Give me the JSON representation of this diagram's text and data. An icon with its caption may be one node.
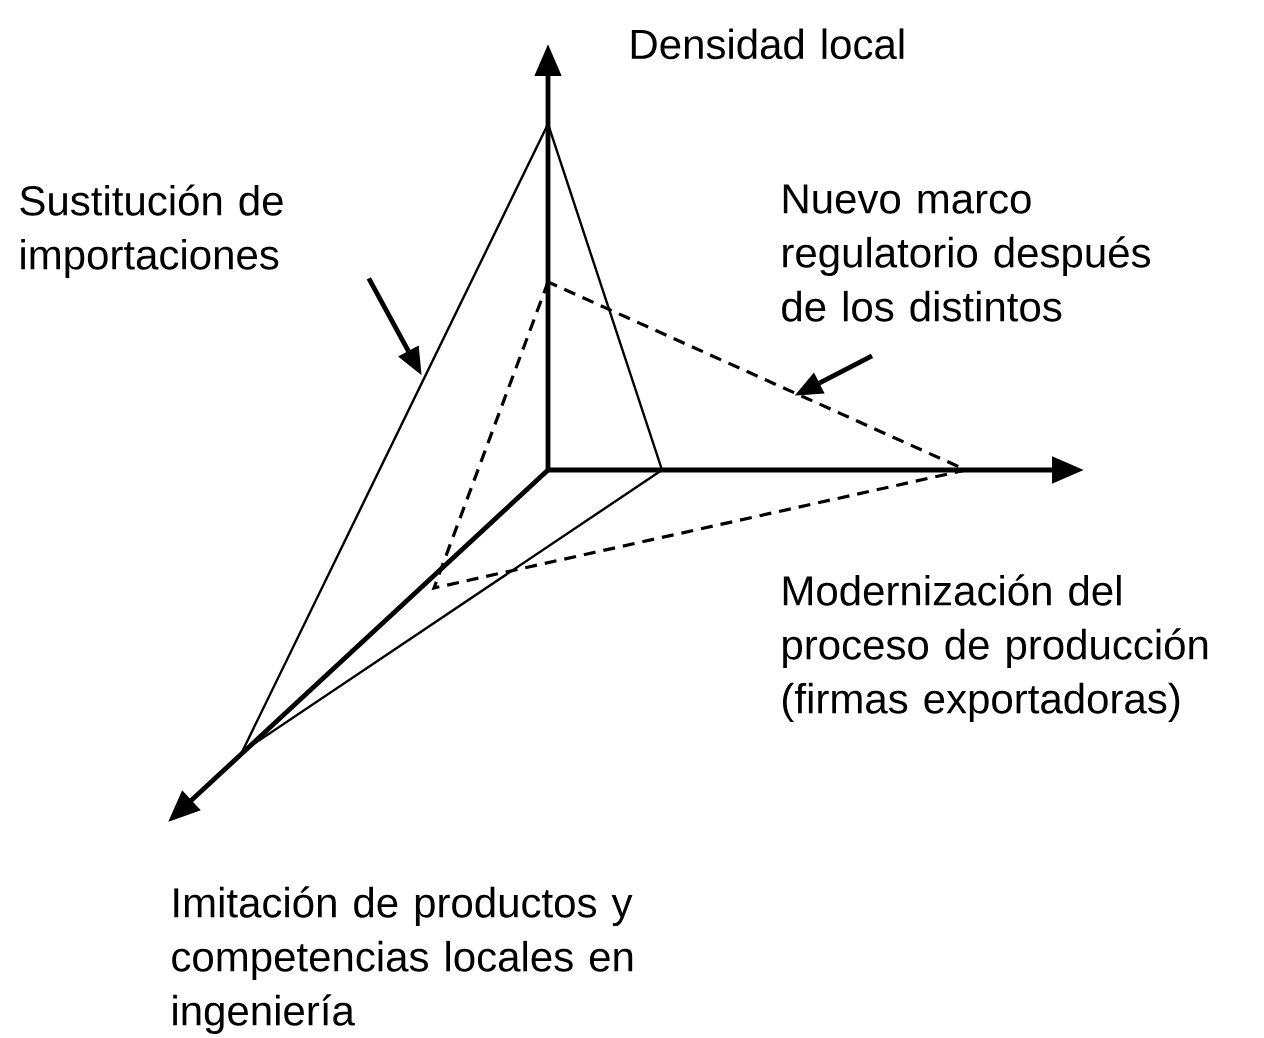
{
  "diagram": {
    "nodes": [
      {
        "text": [
          "Sustitución de importaciones"
        ]
      },
      {
        "text": [],
        "shape": "triangle"
      },
      {
        "text": [
          "Nuevo marco regulatorio después de los distintos"
        ]
      },
      {
        "text": [],
        "shape": "triangle"
      }
    ],
    "edges": [
      {
        "from": 0,
        "to": 1,
        "arrow": "to"
      },
      {
        "from": 2,
        "to": 3,
        "arrow": "to"
      }
    ],
    "labels": [
      "Densidad local",
      "Modernización del proceso de producción (firmas exportadoras)",
      "Imitación de productos y competencias locales en ingeniería"
    ]
  }
}
